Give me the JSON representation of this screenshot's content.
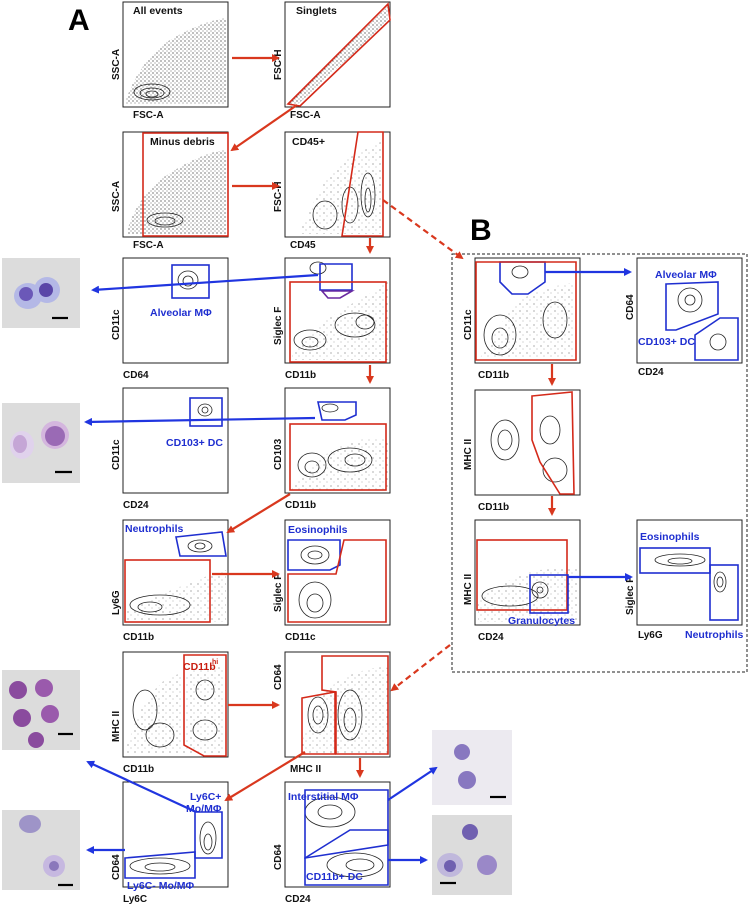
{
  "panels": {
    "a": "A",
    "b": "B"
  },
  "colors": {
    "red_gate": "#d42a1a",
    "blue_gate": "#1f2fd0",
    "red_arrow": "#d9381e",
    "blue_arrow": "#2035e0"
  },
  "plots": {
    "all_events": {
      "title": "All events",
      "x": "FSC-A",
      "y": "SSC-A"
    },
    "singlets": {
      "title": "Singlets",
      "x": "FSC-A",
      "y": "FSC-H"
    },
    "minus_debris": {
      "title": "Minus debris",
      "x": "FSC-A",
      "y": "SSC-A"
    },
    "cd45": {
      "title": "CD45+",
      "x": "CD45",
      "y": "FSC-H"
    },
    "alv_a": {
      "title": "Alveolar MΦ",
      "x": "CD64",
      "y": "CD11c"
    },
    "siglecf_a": {
      "x": "CD11b",
      "y": "Siglec F"
    },
    "cd103_a": {
      "title": "CD103+ DC",
      "x": "CD24",
      "y": "CD11c"
    },
    "cd103_b": {
      "x": "CD11b",
      "y": "CD103"
    },
    "neut_a": {
      "title": "Neutrophils",
      "x": "CD11b",
      "y": "Ly6G"
    },
    "eos_a": {
      "title": "Eosinophils",
      "x": "CD11c",
      "y": "Siglec F"
    },
    "cd11bhi": {
      "title": "CD11b",
      "title_sup": "hi",
      "x": "CD11b",
      "y": "MHC II"
    },
    "cd64_mhc": {
      "x": "MHC II",
      "y": "CD64"
    },
    "ly6c": {
      "title_top": "Ly6C+",
      "title_top2": "Mo/MΦ",
      "title_bottom": "Ly6C- Mo/MΦ",
      "x": "Ly6C",
      "y": "CD64"
    },
    "interstitial": {
      "title_top": "Interstitial   MΦ",
      "title_bottom": "CD11b+ DC",
      "x": "CD24",
      "y": "CD64"
    },
    "b_cd11c": {
      "x": "CD11b",
      "y": "CD11c"
    },
    "b_alv": {
      "title_top": "Alveolar MΦ",
      "title_bottom": "CD103+ DC",
      "x": "CD24",
      "y": "CD64"
    },
    "b_mhc": {
      "x": "CD11b",
      "y": "MHC II"
    },
    "b_gran": {
      "title": "Granulocytes",
      "x": "CD24",
      "y": "MHC II"
    },
    "b_eos": {
      "title_top": "Eosinophils",
      "title_bottom": "Neutrophils",
      "x": "Ly6G",
      "y": "Siglec F"
    }
  }
}
